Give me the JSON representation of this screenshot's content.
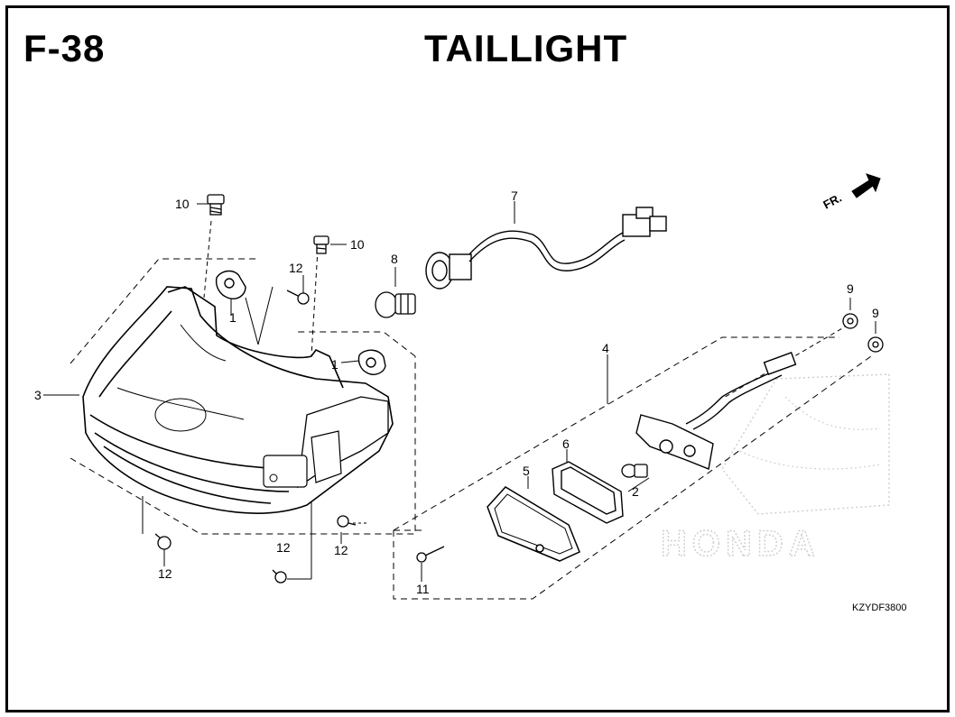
{
  "header": {
    "section_code": "F-38",
    "title": "TAILLIGHT"
  },
  "figure_code": "KZYDF3800",
  "direction_marker": "FR.",
  "watermark_brand": "HONDA",
  "callouts": {
    "c1a": "1",
    "c1b": "1",
    "c2": "2",
    "c3": "3",
    "c4": "4",
    "c5": "5",
    "c6": "6",
    "c7": "7",
    "c8": "8",
    "c9a": "9",
    "c9b": "9",
    "c10a": "10",
    "c10b": "10",
    "c11": "11",
    "c12a": "12",
    "c12b": "12",
    "c12c": "12",
    "c12d": "12"
  }
}
